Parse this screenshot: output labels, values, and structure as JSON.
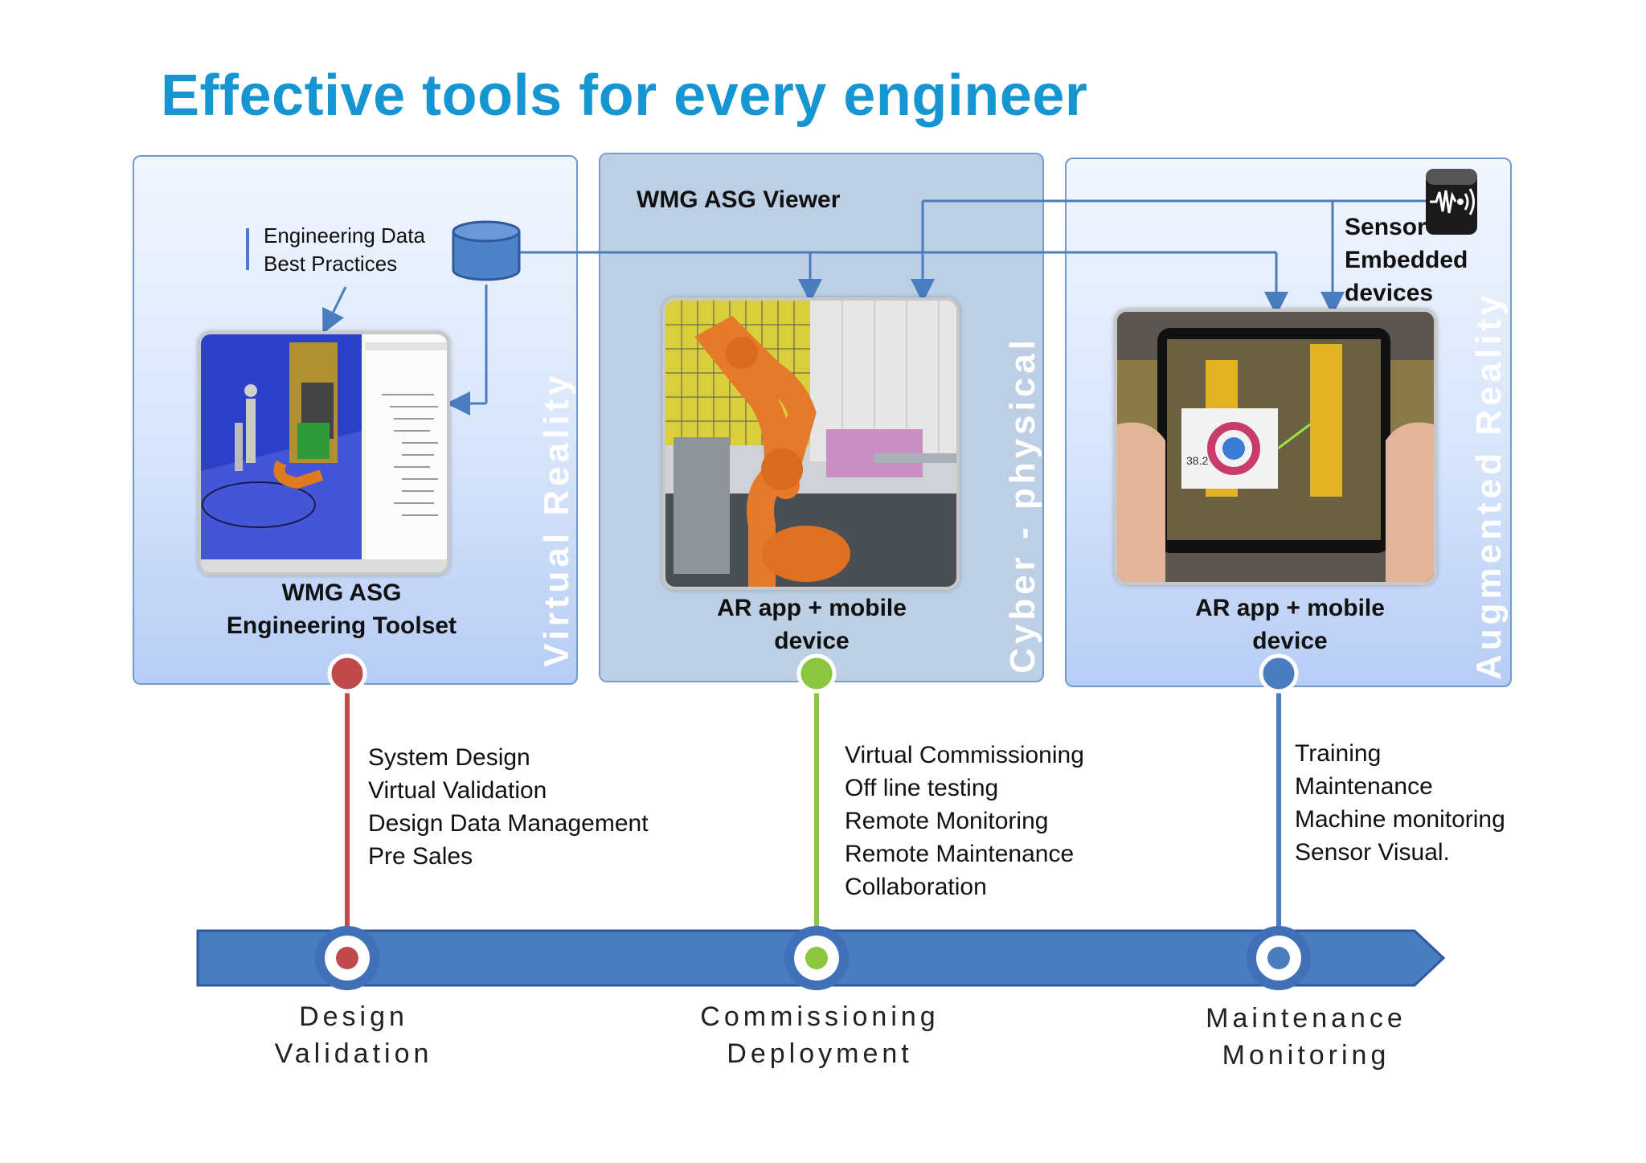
{
  "title": "Effective tools for every engineer",
  "panels": {
    "virtual": {
      "side_label": "Virtual Reality",
      "data_label_1": "Engineering Data",
      "data_label_2": "Best Practices",
      "caption_1": "WMG ASG",
      "caption_2": "Engineering Toolset"
    },
    "cyber": {
      "heading": "WMG ASG Viewer",
      "side_label": "Cyber - physical",
      "caption_1": "AR app + mobile",
      "caption_2": "device"
    },
    "augmented": {
      "side_label": "Augmented Reality",
      "sensor_1": "Sensor",
      "sensor_2": "Embedded",
      "sensor_3": "devices",
      "caption_1": "AR app + mobile",
      "caption_2": "device",
      "tablet_reading": "38.2"
    }
  },
  "lists": {
    "design": [
      "System Design",
      "Virtual Validation",
      "Design Data Management",
      "Pre Sales"
    ],
    "commissioning": [
      "Virtual Commissioning",
      "Off line testing",
      "Remote Monitoring",
      "Remote Maintenance",
      "Collaboration"
    ],
    "maintenance": [
      "Training",
      "Maintenance",
      "Machine monitoring",
      "Sensor Visual."
    ]
  },
  "stages": {
    "design_1": "Design",
    "design_2": "Validation",
    "commissioning_1": "Commissioning",
    "commissioning_2": "Deployment",
    "maintenance_1": "Maintenance",
    "maintenance_2": "Monitoring"
  },
  "colors": {
    "title": "#1596d2",
    "timeline": "#4a7cc0",
    "design": "#c0494b",
    "commissioning": "#8cc63e",
    "maintenance": "#4a7cc0",
    "connector": "#4a7cc0"
  },
  "icons": {
    "database": "database-icon",
    "sensor": "sensor-wave-icon"
  }
}
